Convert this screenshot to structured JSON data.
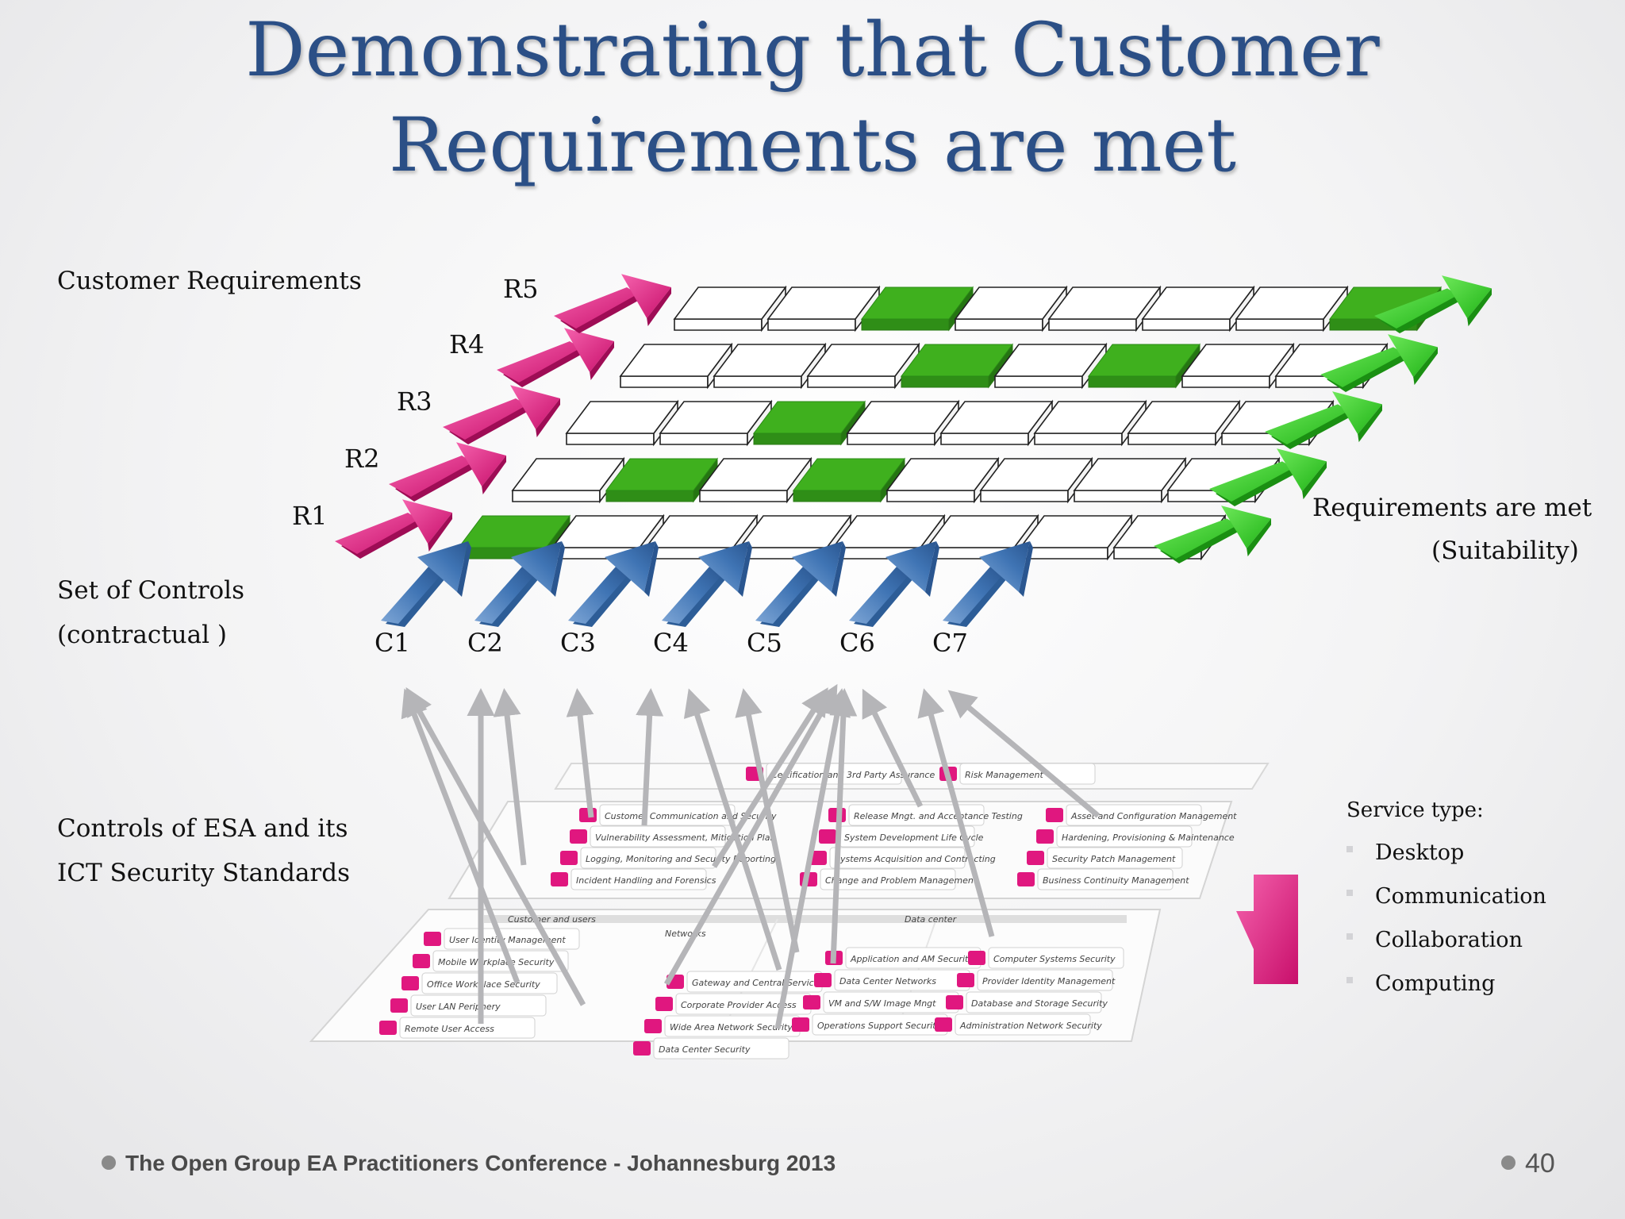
{
  "title": {
    "line1": "Demonstrating that Customer",
    "line2": "Requirements are met"
  },
  "left_labels": {
    "customer_requirements": "Customer  Requirements",
    "set_of_controls": "Set  of  Controls",
    "contractual": "(contractual  )",
    "controls_esa_line1": "Controls  of  ESA  and  its",
    "controls_esa_line2": "ICT  Security  Standards"
  },
  "requirements": [
    "R1",
    "R2",
    "R3",
    "R4",
    "R5"
  ],
  "controls": [
    "C1",
    "C2",
    "C3",
    "C4",
    "C5",
    "C6",
    "C7"
  ],
  "right_labels": {
    "requirements_met": "Requirements  are  met",
    "suitability": "(Suitability)"
  },
  "service_type": {
    "title": "Service  type:",
    "items": [
      "Desktop",
      "Communication",
      "Collaboration",
      "Computing"
    ]
  },
  "grid": {
    "rows": 5,
    "cols": 8,
    "green_cells": {
      "R1": [
        1
      ],
      "R2": [
        2,
        4
      ],
      "R3": [
        3
      ],
      "R4": [
        4,
        6
      ],
      "R5": [
        3,
        8
      ]
    }
  },
  "esa_labels": {
    "top": [
      "Certification and 3rd Party Assurance",
      "Risk Management"
    ],
    "governance": [
      "Customer Communication and Security",
      "Vulnerability Assessment, Mitigation Plan",
      "Logging, Monitoring and Security Reporting",
      "Incident Handling and Forensics"
    ],
    "lifecycle": [
      "Release Mngt. and Acceptance Testing",
      "System Development Life Cycle",
      "Systems Acquisition and Contracting",
      "Change and Problem Management"
    ],
    "operations": [
      "Asset and Configuration Management",
      "Hardening, Provisioning & Maintenance",
      "Security Patch Management",
      "Business Continuity Management"
    ],
    "section_headers": [
      "Customer and users",
      "Networks",
      "Data center"
    ],
    "customer_users": [
      "User Identity Management",
      "Mobile Workplace Security",
      "Office Workplace Security",
      "User LAN Periphery",
      "Remote User Access"
    ],
    "networks": [
      "Gateway and Central Services",
      "Corporate Provider Access",
      "Wide Area Network Security",
      "Data Center Security"
    ],
    "data_center": [
      "Application and AM Security",
      "Computer Systems Security",
      "Data Center Networks",
      "Provider Identity Management",
      "VM and S/W Image Mngt",
      "Database and Storage Security",
      "Operations Support Security",
      "Administration Network Security"
    ]
  },
  "colors": {
    "title": "#2b4f86",
    "magenta_arrow": "#e0177f",
    "green_cell": "#3fb01e",
    "green_arrow": "#33cc33",
    "blue_arrow": "#3f74b4",
    "gray_arrow": "#b5b5b8"
  },
  "footer": {
    "text": "The Open Group EA Practitioners Conference - Johannesburg 2013",
    "page": "40"
  }
}
